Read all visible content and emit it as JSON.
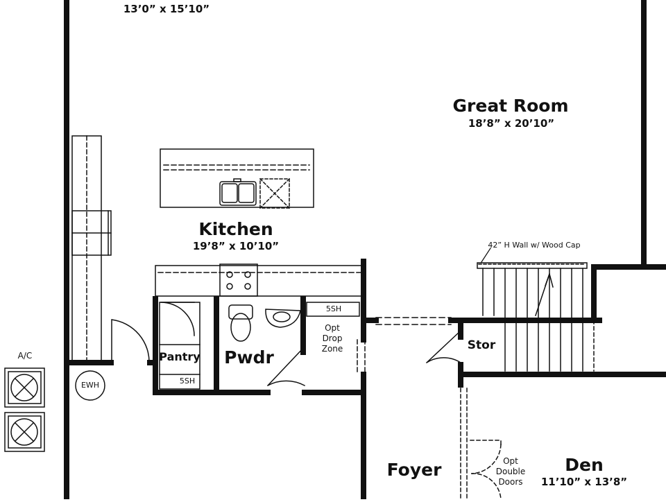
{
  "rooms": {
    "top_room": {
      "dims": "13’0” x 15’10”"
    },
    "great_room": {
      "name": "Great Room",
      "dims": "18’8” x 20’10”"
    },
    "kitchen": {
      "name": "Kitchen",
      "dims": "19’8” x 10’10”"
    },
    "pantry": {
      "name": "Pantry",
      "shelf": "5SH"
    },
    "powder": {
      "name": "Pwdr"
    },
    "drop_zone": {
      "shelf": "5SH",
      "line1": "Opt",
      "line2": "Drop",
      "line3": "Zone"
    },
    "storage": {
      "name": "Stor"
    },
    "foyer": {
      "name": "Foyer"
    },
    "den": {
      "name": "Den",
      "dims": "11’10” x 13’8”"
    }
  },
  "notes": {
    "wall_cap": "42” H Wall w/ Wood Cap",
    "double_doors_1": "Opt",
    "double_doors_2": "Double",
    "double_doors_3": "Doors"
  },
  "fixtures": {
    "ac": "A/C",
    "water_heater": "EWH"
  },
  "colors": {
    "wall": "#111111",
    "paper": "#ffffff"
  }
}
